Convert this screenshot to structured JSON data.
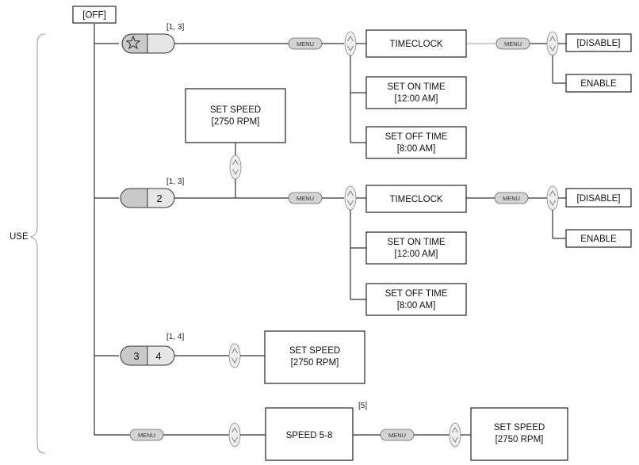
{
  "off": "[OFF]",
  "use": "USE",
  "menu": "MENU",
  "note_13": "[1, 3]",
  "note_14": "[1, 4]",
  "note_5": "[5]",
  "timeclock": "TIMECLOCK",
  "disable": "[DISABLE]",
  "enable": "ENABLE",
  "set_on_time": "SET ON TIME",
  "on_time": "[12:00 AM]",
  "set_off_time": "SET OFF TIME",
  "off_time": "[8:00 AM]",
  "set_speed": "SET SPEED",
  "rpm": "[2750 RPM]",
  "speed_5_8": "SPEED 5-8",
  "btn_2": "2",
  "btn_3": "3",
  "btn_4": "4",
  "icons": {
    "star": "star-icon",
    "updown": "up-down-arrows-icon",
    "brace": "brace-icon"
  }
}
